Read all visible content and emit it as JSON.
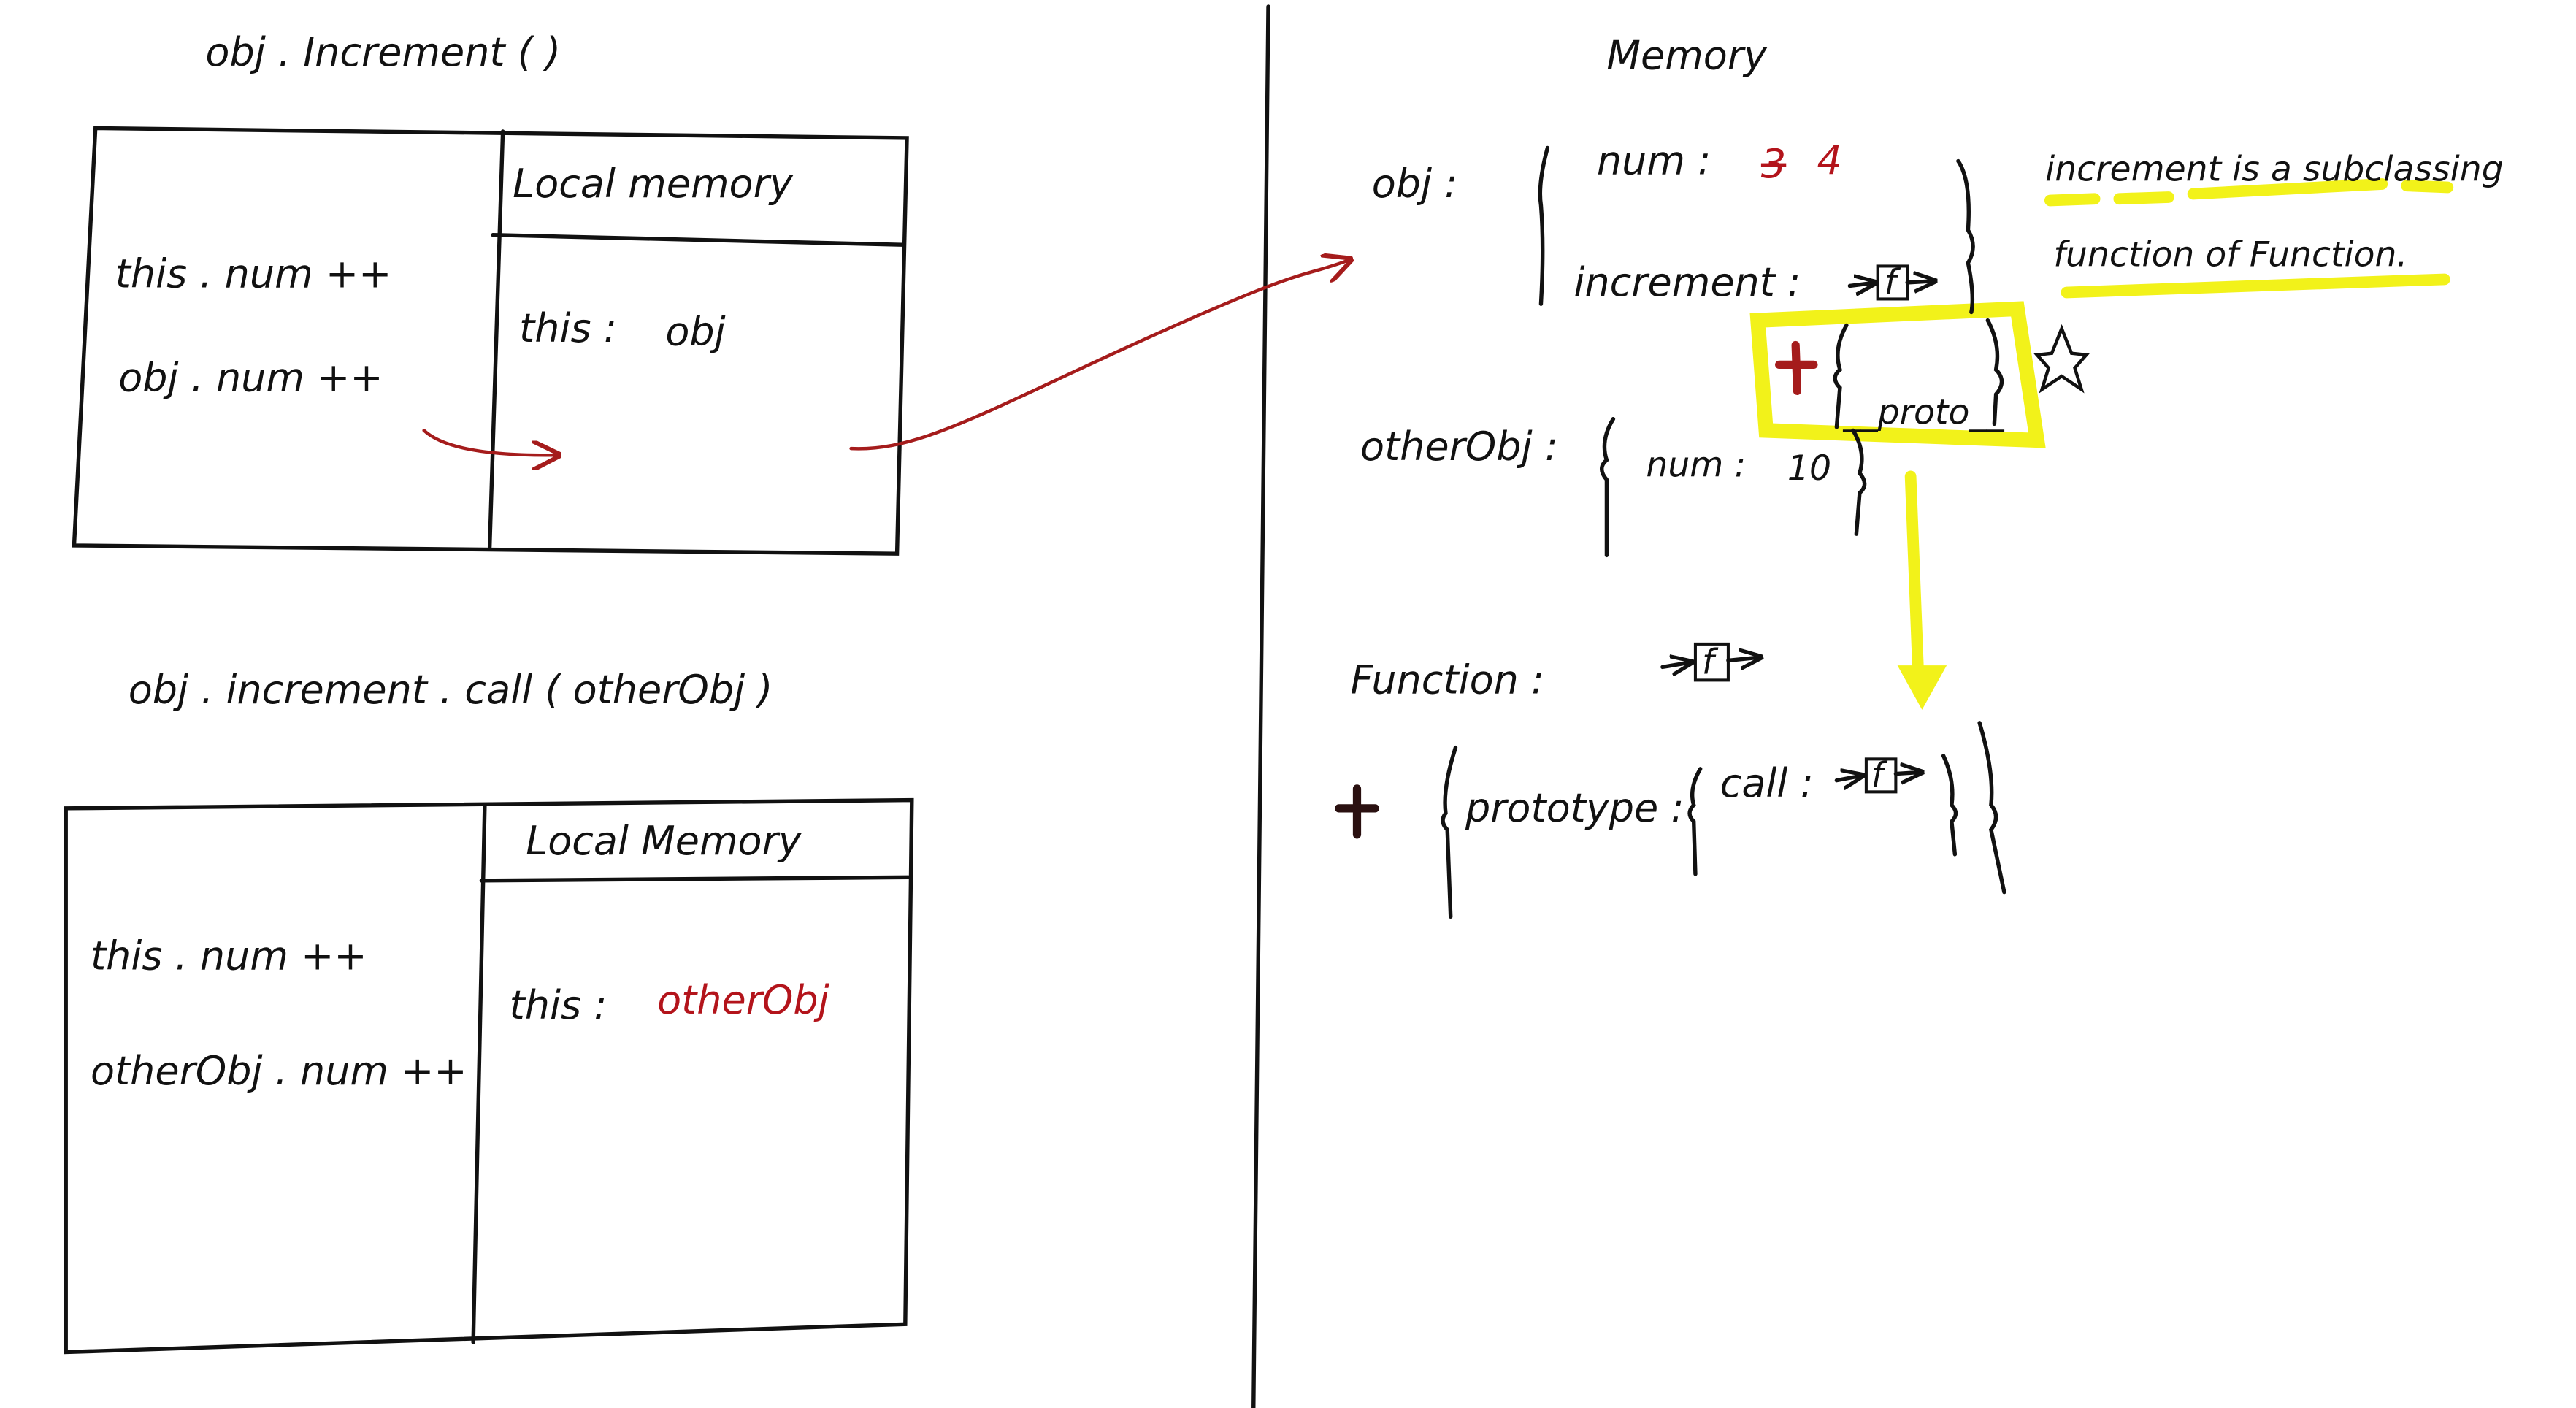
{
  "left": {
    "call1": {
      "title": "obj . Increment (  )",
      "header": "Local memory",
      "code_lines": [
        "this . num ++",
        "obj . num ++"
      ],
      "this_label": "this :",
      "this_value": "obj"
    },
    "call2": {
      "title": "obj . increment . call ( otherObj )",
      "header": "Local Memory",
      "code_lines": [
        "this . num ++",
        "otherObj . num ++"
      ],
      "this_label": "this :",
      "this_value": "otherObj"
    }
  },
  "memory": {
    "title": "Memory",
    "obj": {
      "label": "obj :",
      "num_key": "num :",
      "num_old": "3",
      "num_new": "4",
      "increment_key": "increment :",
      "func_box": "f",
      "proto": "__proto__"
    },
    "otherObj": {
      "label": "otherObj :",
      "num_key": "num :",
      "num_value": "10"
    },
    "function": {
      "label": "Function :",
      "func_box": "f",
      "prototype_key": "prototype :",
      "call_key": "call :",
      "call_box": "f"
    },
    "annotation": [
      "increment is a subclassing",
      "function of Function."
    ]
  },
  "colors": {
    "ink": "#111111",
    "red": "#b3141b",
    "highlight": "#f2f21a"
  }
}
